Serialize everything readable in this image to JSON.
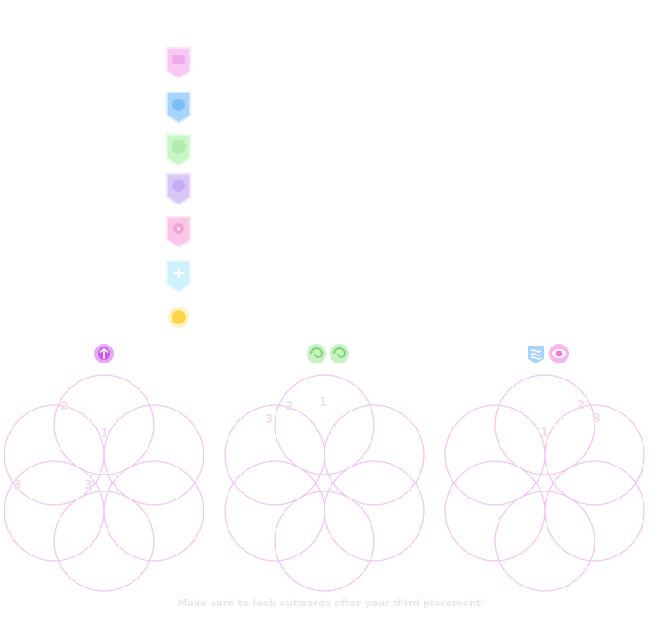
{
  "legend": {
    "icons": [
      {
        "name": "pink-rune-icon",
        "color": "#f4b6f0"
      },
      {
        "name": "blue-rune-icon",
        "color": "#8fc9f8"
      },
      {
        "name": "green-rune-icon",
        "color": "#b8f3b4"
      },
      {
        "name": "purple-rune-icon",
        "color": "#cdb6f5"
      },
      {
        "name": "rose-rune-icon",
        "color": "#f7b3df"
      },
      {
        "name": "cyan-rune-icon",
        "color": "#bfeefb"
      },
      {
        "name": "gold-rune-icon",
        "color": "#ffd54a"
      }
    ]
  },
  "diagrams": [
    {
      "markers": [
        {
          "name": "magenta-orb-icon",
          "color": "#d46af0"
        }
      ],
      "labels": [
        {
          "text": "2",
          "anchor": "top-left-ring"
        },
        {
          "text": "1",
          "anchor": "center-right"
        },
        {
          "text": "3",
          "anchor": "left-edge"
        },
        {
          "text": "3",
          "anchor": "center-left"
        }
      ]
    },
    {
      "markers": [
        {
          "name": "green-swirl-icon",
          "color": "#9fe39a"
        },
        {
          "name": "green-swirl-icon",
          "color": "#9fe39a"
        }
      ],
      "labels": [
        {
          "text": "1",
          "anchor": "top"
        },
        {
          "text": "2",
          "anchor": "top-left-inner"
        },
        {
          "text": "3",
          "anchor": "top-left-outer"
        }
      ]
    },
    {
      "markers": [
        {
          "name": "blue-wave-icon",
          "color": "#8ec8f6"
        },
        {
          "name": "pink-eye-icon",
          "color": "#f48ae0"
        }
      ],
      "labels": [
        {
          "text": "2",
          "anchor": "top-right-inner"
        },
        {
          "text": "3",
          "anchor": "top-right-outer"
        },
        {
          "text": "1",
          "anchor": "center"
        }
      ]
    }
  ],
  "ring_color": "#f2c6f2",
  "footer": {
    "note": "Make sure to look outwards after your third placement!"
  }
}
